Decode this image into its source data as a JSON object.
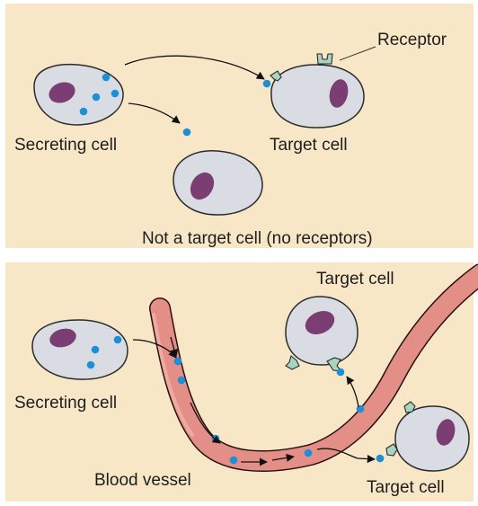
{
  "top_panel": {
    "secreting_cell": "Secreting cell",
    "target_cell": "Target cell",
    "receptor": "Receptor",
    "non_target_cell": "Not a target cell (no receptors)"
  },
  "bottom_panel": {
    "secreting_cell": "Secreting cell",
    "target_cell_upper": "Target cell",
    "target_cell_lower": "Target cell",
    "blood_vessel": "Blood vessel"
  },
  "colors": {
    "panel_background": "#f8e7c6",
    "cell_fill": "#d9dde3",
    "nucleus": "#7a3e72",
    "signal_molecule": "#1c8fd6",
    "receptor": "#a9d4c3",
    "blood_vessel": "#e38e86"
  }
}
